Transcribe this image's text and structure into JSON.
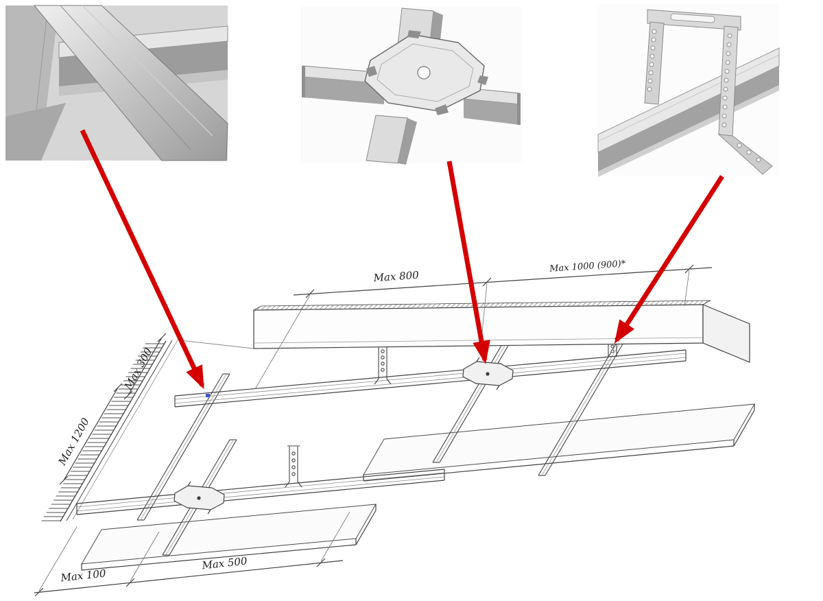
{
  "diagram": {
    "labels": {
      "dim_top_left": "Max 800",
      "dim_top_right": "Max 1000 (900)*",
      "dim_wall_offset": "Max 300",
      "dim_wall_span": "Max 1200",
      "dim_bottom_first": "Max 100",
      "dim_bottom_second": "Max 500"
    },
    "callouts": [
      {
        "name": "main-runner-cross-junction-photo"
      },
      {
        "name": "cross-crab-connector-photo"
      },
      {
        "name": "anchor-hanger-photo"
      }
    ],
    "colors": {
      "arrow": "#d40000",
      "drawing_line": "#3f3f3f",
      "metal_light": "#ececec",
      "metal_mid": "#b5b5b5",
      "metal_dark": "#878787",
      "background": "#ffffff"
    }
  }
}
